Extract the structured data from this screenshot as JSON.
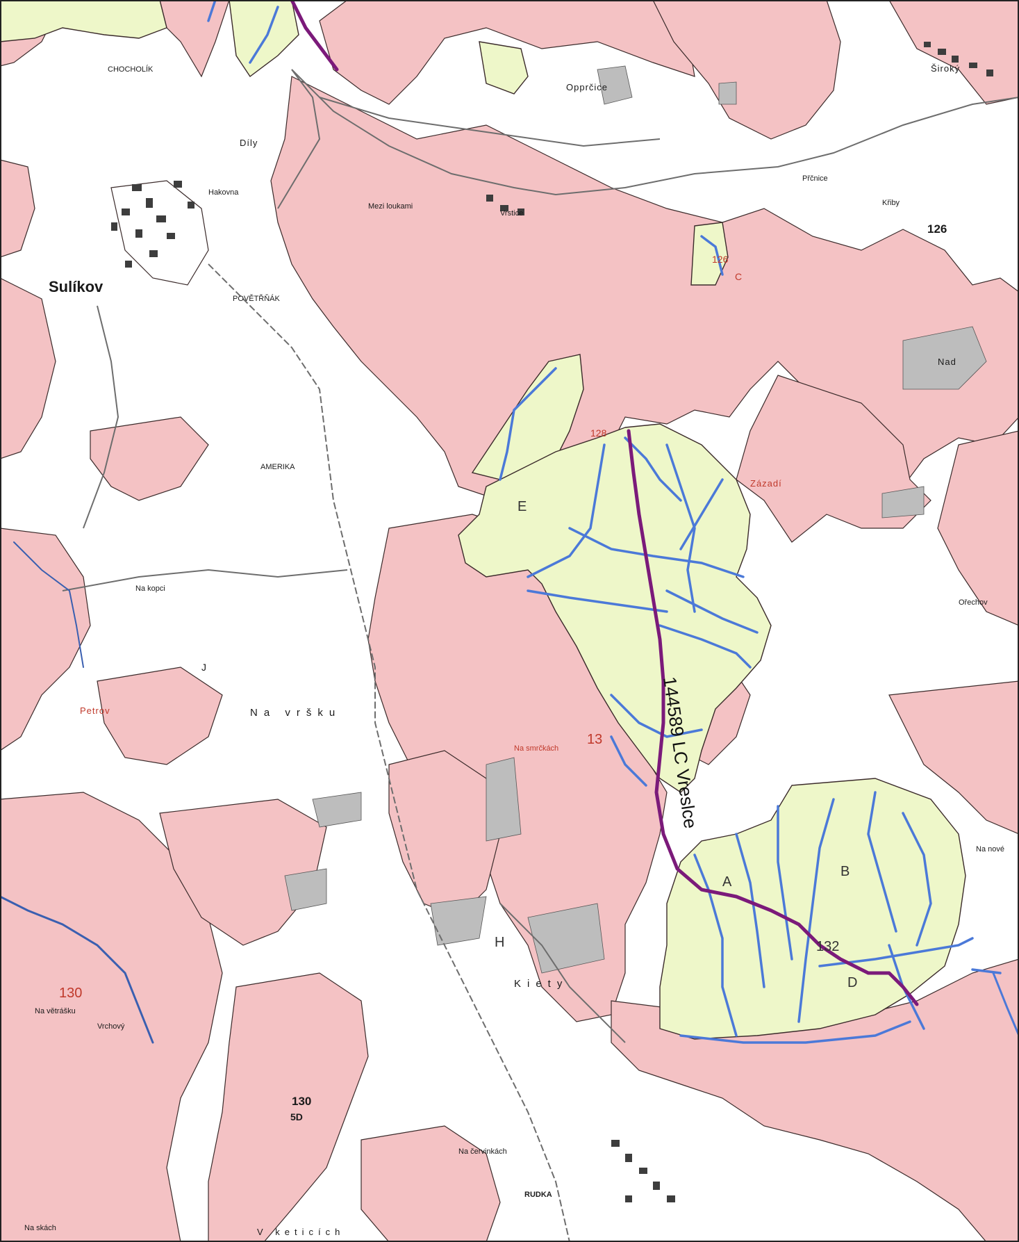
{
  "map": {
    "route_label": "144589 LC Vreslce",
    "colors": {
      "private_forest": "#f4c2c4",
      "managed_forest": "#eef7c9",
      "stream": "#4b79d8",
      "route": "#7b1a7a",
      "grey_area": "#bdbdbd",
      "background": "#ffffff"
    },
    "place_names": {
      "sulikov": "Sulíkov",
      "chocholik": "CHOCHOLÍK",
      "opprcice": "Opprčice",
      "siroky": "Široký",
      "mezi_loukami": "Mezi loukami",
      "vrstice": "Vrstice",
      "povetrnak": "POVĚTŘŇÁK",
      "amerika": "AMERIKA",
      "na_kopci": "Na kopci",
      "petrov": "Petrov",
      "na_vrsku": "Na vršku",
      "na_smrckach": "Na smrčkách",
      "nad": "Nad",
      "zazadi": "Zázadí",
      "orechov": "Ořechov",
      "na_nove": "Na nové",
      "kriby": "Křiby",
      "prcnice": "Přčnice",
      "kiety": "Kiety",
      "na_cervinkach": "Na červinkách",
      "rudka": "RUDKA",
      "na_vetrasku": "Na větrášku",
      "vrchovy": "Vrchový",
      "v_ketich": "V keticích",
      "dily": "Díly",
      "hakovna": "Hakovna",
      "na_skach": "Na skách"
    },
    "compartments": {
      "c126": "126",
      "c126_small": "126",
      "c128": "128",
      "c130": "130",
      "c130_low": "130",
      "c132": "132",
      "c13": "13",
      "c5d": "5D"
    },
    "stand_letters": {
      "a": "A",
      "b": "B",
      "d": "D",
      "e": "E",
      "h": "H",
      "c": "C",
      "j": "J"
    }
  }
}
